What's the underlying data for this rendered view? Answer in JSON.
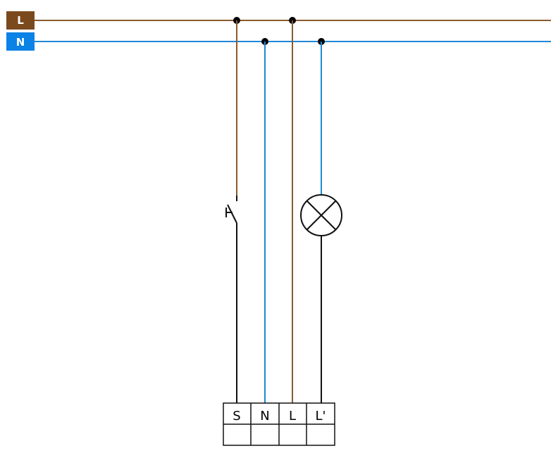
{
  "rails": [
    {
      "label": "L",
      "color": "#7a4a1e"
    },
    {
      "label": "N",
      "color": "#0a82e6"
    }
  ],
  "wire_colors": {
    "line": "#8a5a2b",
    "neutral": "#1e88d6",
    "switched": "#111111"
  },
  "components": {
    "switch": "push-button-switch",
    "lamp": "lamp-symbol"
  },
  "terminal_block": {
    "terminals": [
      "S",
      "N",
      "L",
      "L'"
    ]
  }
}
